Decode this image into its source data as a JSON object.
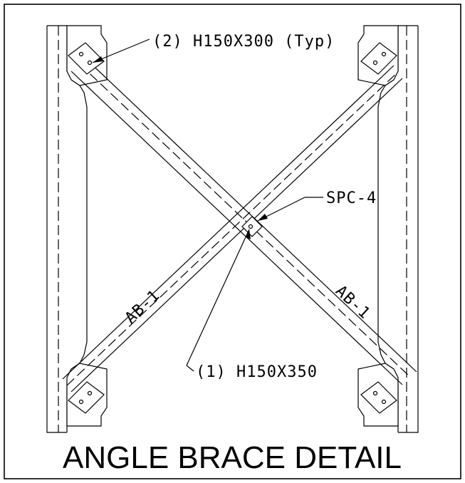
{
  "drawing": {
    "title": "ANGLE BRACE DETAIL",
    "callouts": {
      "top_plate": "(2) H150X300 (Typ)",
      "center_plate_spc": "SPC-4",
      "center_plate": "(1) H150X350"
    },
    "member_labels": {
      "left_diagonal": "AB-1",
      "right_diagonal": "AB-1"
    }
  }
}
